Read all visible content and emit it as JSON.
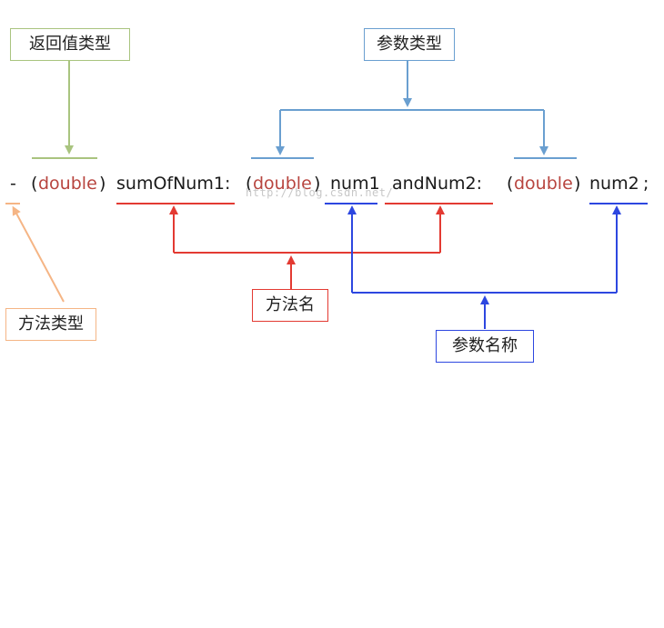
{
  "labels": {
    "return_type": "返回值类型",
    "param_type": "参数类型",
    "method_type": "方法类型",
    "method_name": "方法名",
    "param_name": "参数名称"
  },
  "code": {
    "dash": "-",
    "p1_open": "(",
    "p1_type": "double",
    "p1_close": ")",
    "selector1": "sumOfNum1:",
    "p2_open": "(",
    "p2_type": "double",
    "p2_close": ")",
    "arg1": "num1",
    "selector2": "andNum2:",
    "p3_open": "(",
    "p3_type": "double",
    "p3_close": ")",
    "arg2": "num2",
    "semicolon": ";"
  },
  "watermark": "http://blog.csdn.net/",
  "colors": {
    "return_type": "#a9c47f",
    "param_type": "#6a9fd0",
    "method_type": "#f5b585",
    "method_name": "#e33a32",
    "param_name": "#2d47e0",
    "keyword": "#b8453f"
  }
}
